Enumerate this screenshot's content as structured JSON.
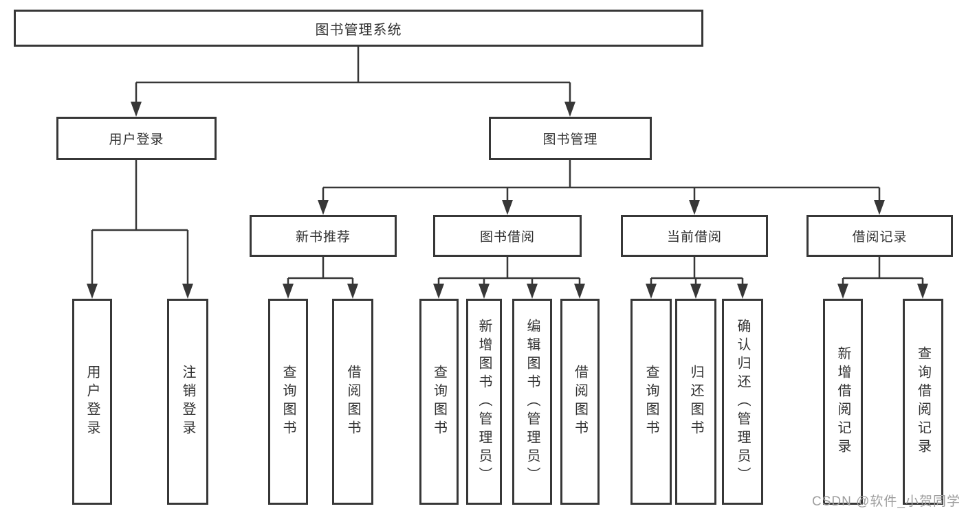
{
  "diagram": {
    "root": "图书管理系统",
    "children": [
      {
        "label": "用户登录",
        "children": [
          {
            "label": "用户登录"
          },
          {
            "label": "注销登录"
          }
        ]
      },
      {
        "label": "图书管理",
        "children": [
          {
            "label": "新书推荐",
            "children": [
              {
                "label": "查询图书"
              },
              {
                "label": "借阅图书"
              }
            ]
          },
          {
            "label": "图书借阅",
            "children": [
              {
                "label": "查询图书"
              },
              {
                "label": "新增图书（管理员）"
              },
              {
                "label": "编辑图书（管理员）"
              },
              {
                "label": "借阅图书"
              }
            ]
          },
          {
            "label": "当前借阅",
            "children": [
              {
                "label": "查询图书"
              },
              {
                "label": "归还图书"
              },
              {
                "label": "确认归还（管理员）"
              }
            ]
          },
          {
            "label": "借阅记录",
            "children": [
              {
                "label": "新增借阅记录"
              },
              {
                "label": "查询借阅记录"
              }
            ]
          }
        ]
      }
    ]
  },
  "watermark": {
    "text": "CSDN @软件_小贺同学"
  },
  "colors": {
    "line": "#373737",
    "text": "#333333",
    "watermark": "#9e9e9e",
    "background": "#ffffff"
  }
}
